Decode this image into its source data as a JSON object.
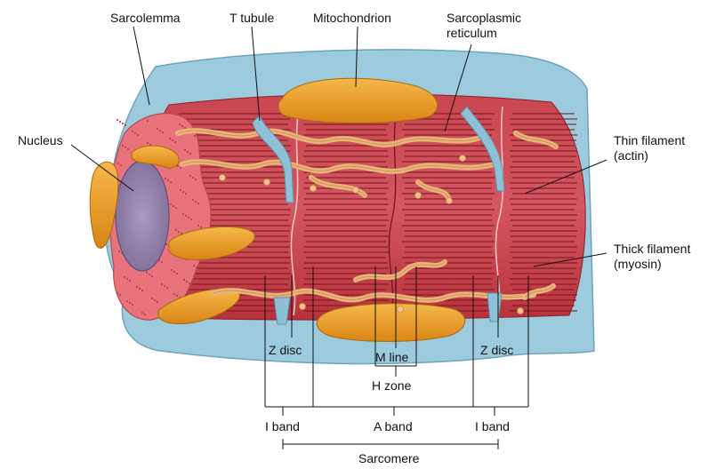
{
  "labels": {
    "sarcolemma": "Sarcolemma",
    "t_tubule": "T tubule",
    "mitochondrion": "Mitochondrion",
    "sarcoplasmic_reticulum": [
      "Sarcoplasmic",
      "reticulum"
    ],
    "nucleus": "Nucleus",
    "thin_filament": [
      "Thin filament",
      "(actin)"
    ],
    "thick_filament": [
      "Thick filament",
      "(myosin)"
    ],
    "z_disc_left": "Z disc",
    "z_disc_right": "Z disc",
    "m_line": "M line",
    "h_zone": "H zone",
    "i_band_left": "I band",
    "a_band": "A band",
    "i_band_right": "I band",
    "sarcomere": "Sarcomere"
  },
  "colors": {
    "muscle": "#c2313b",
    "muscle_dark": "#8e1f28",
    "sarcolemma": "#8ec3d9",
    "mitochondrion": "#f0a020",
    "sarcoplasmic_reticulum": "#e9b47a",
    "nucleus": "#8f7fa8",
    "cross_section": "#e8707a"
  }
}
